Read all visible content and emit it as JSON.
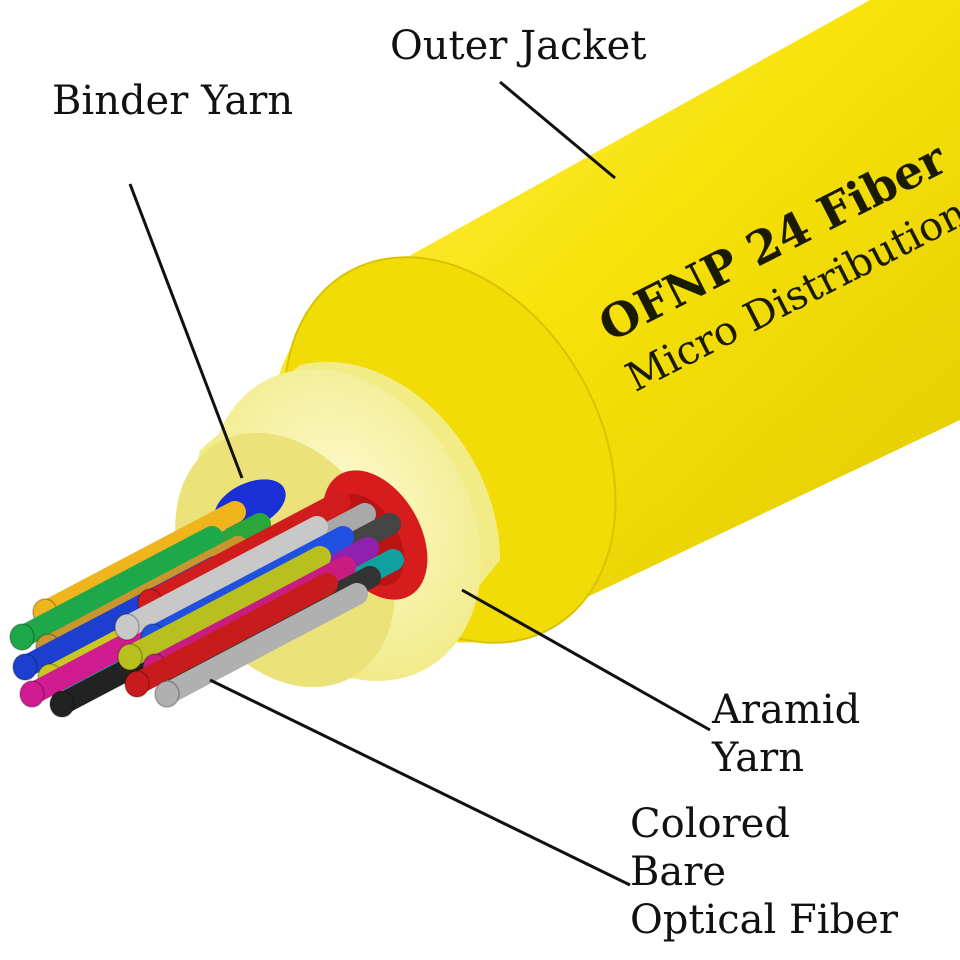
{
  "labels": {
    "outer_jacket": "Outer Jacket",
    "binder_yarn": "Binder Yarn",
    "aramid_yarn": [
      "Aramid",
      "Yarn"
    ],
    "colored_fiber": [
      "Colored",
      "Bare",
      "Optical Fiber"
    ]
  },
  "jacket_print": {
    "line1": "OFNP 24 Fiber",
    "line2": "Micro Distribution"
  },
  "colors": {
    "jacket": "#f7e20a",
    "jacket_shadow": "#d9c300",
    "jacket_highlight": "#fff36a",
    "aramid": "#f4ef8a",
    "aramid_light": "#fbf8c0",
    "binder_blue": "#1a2fd6",
    "binder_red": "#d61c1c",
    "leader_line": "#111111"
  },
  "fiber_colors": [
    "#f0b41c",
    "#2aa63a",
    "#e8a030",
    "#1fa84a",
    "#c9962e",
    "#9a9a9a",
    "#1c3fd0",
    "#8a1fb0",
    "#c8c820",
    "#1aa0a8",
    "#d01c90",
    "#222222",
    "#d01c1c",
    "#a8a8a8",
    "#444444",
    "#c8c8c8",
    "#2050e0",
    "#9020b0",
    "#b8c020",
    "#10a0a0",
    "#c81c80",
    "#333333",
    "#c81c1c",
    "#b0b0b0"
  ]
}
